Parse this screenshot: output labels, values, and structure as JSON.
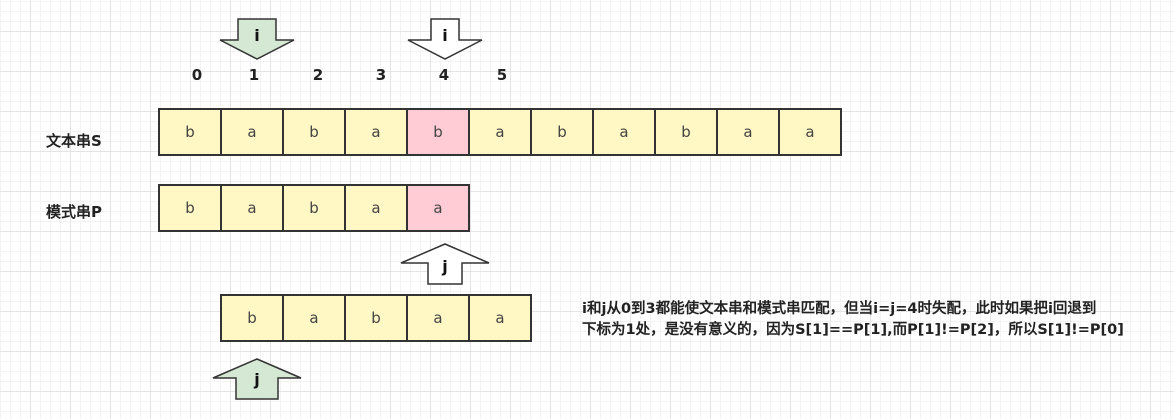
{
  "indices": [
    "0",
    "1",
    "2",
    "3",
    "4",
    "5"
  ],
  "labels": {
    "text_string": "文本串S",
    "pattern_string": "模式串P"
  },
  "text_cells": [
    "b",
    "a",
    "b",
    "a",
    "b",
    "a",
    "b",
    "a",
    "b",
    "a",
    "a"
  ],
  "pattern_cells": [
    "b",
    "a",
    "b",
    "a",
    "a"
  ],
  "shifted_pattern_cells": [
    "b",
    "a",
    "b",
    "a",
    "a"
  ],
  "pointers": {
    "i_old": "i",
    "i_new": "i",
    "j_old": "j",
    "j_new": "j"
  },
  "note": {
    "line1": "i和j从0到3都能使文本串和模式串匹配，但当i=j=4时失配，此时如果把i回退到",
    "line2": "下标为1处，是没有意义的，因为S[1]==P[1],而P[1]!=P[2]，所以S[1]!=P[0]"
  },
  "colors": {
    "cell_fill": "#fff8c4",
    "mismatch_fill": "#ffccd5",
    "green_arrow_fill": "#d5e8d4",
    "white_arrow_fill": "#ffffff",
    "stroke": "#333333"
  }
}
